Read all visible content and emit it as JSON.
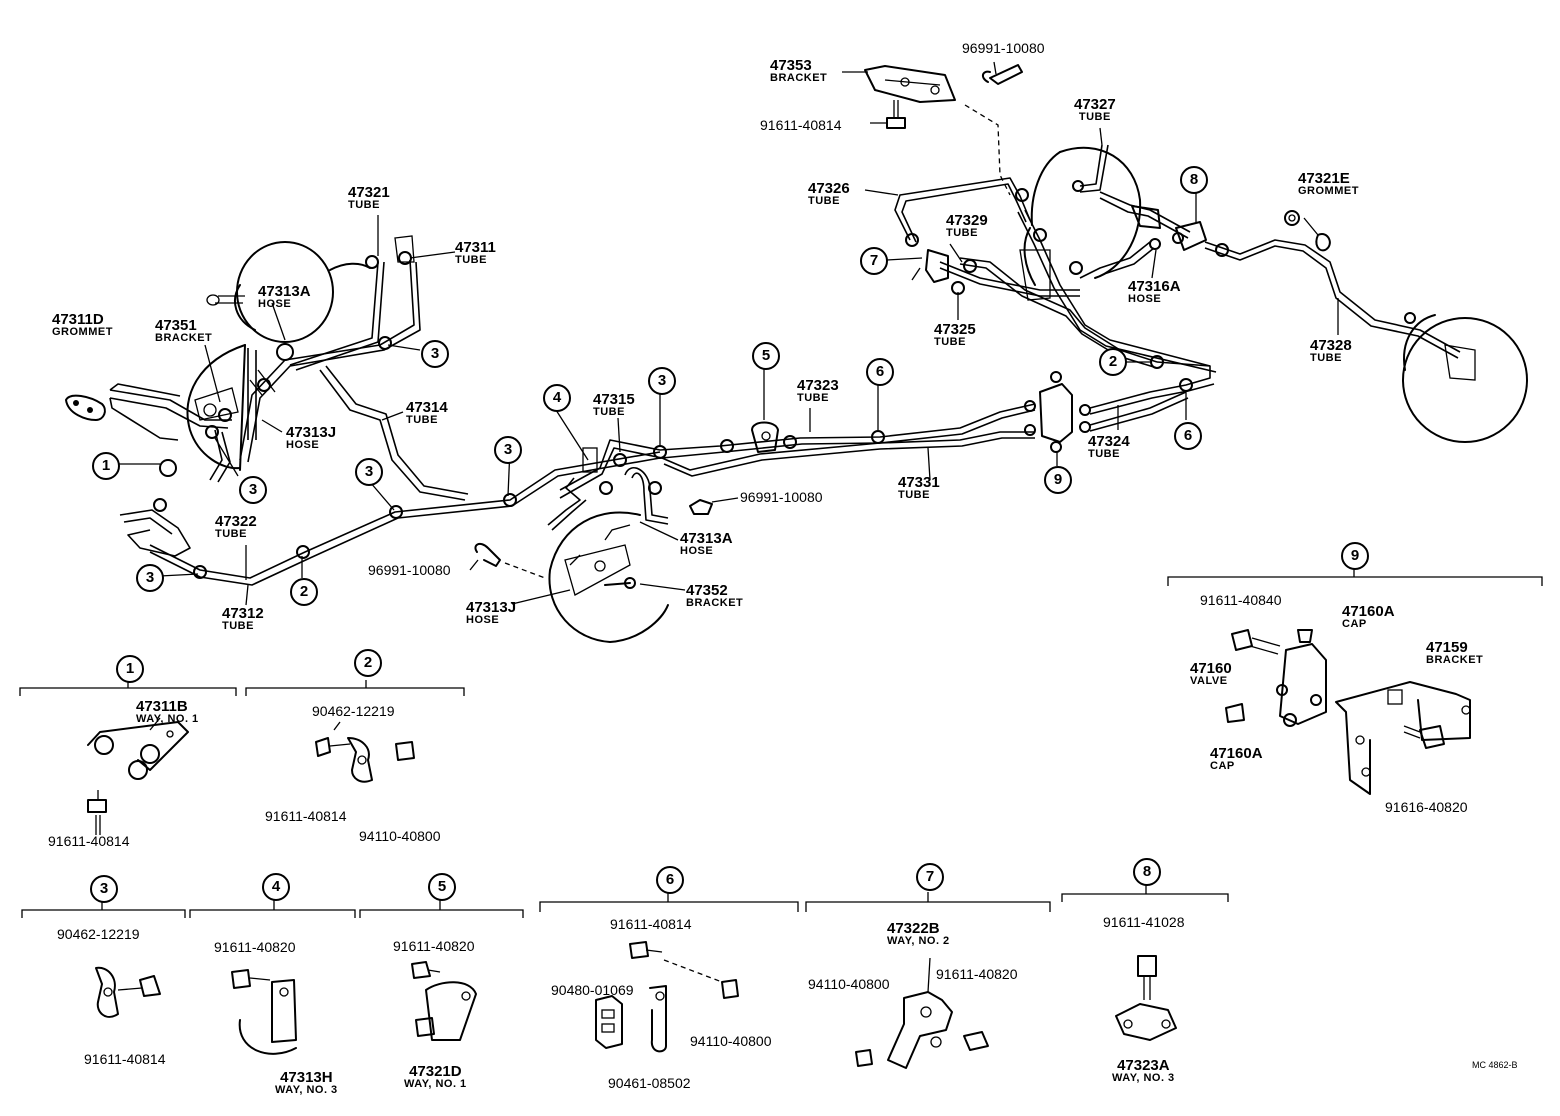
{
  "main_labels": [
    {
      "id": "47353",
      "pn": "47353",
      "sub": "BRACKET"
    },
    {
      "id": "96991-10080-top",
      "pn": "96991-10080"
    },
    {
      "id": "91611-40814-top",
      "pn": "91611-40814"
    },
    {
      "id": "47327",
      "pn": "47327",
      "sub": "TUBE"
    },
    {
      "id": "47326",
      "pn": "47326",
      "sub": "TUBE"
    },
    {
      "id": "47329",
      "pn": "47329",
      "sub": "TUBE"
    },
    {
      "id": "47321E",
      "pn": "47321E",
      "sub": "GROMMET"
    },
    {
      "id": "47316A",
      "pn": "47316A",
      "sub": "HOSE"
    },
    {
      "id": "47325",
      "pn": "47325",
      "sub": "TUBE"
    },
    {
      "id": "47328",
      "pn": "47328",
      "sub": "TUBE"
    },
    {
      "id": "47321",
      "pn": "47321",
      "sub": "TUBE"
    },
    {
      "id": "47311",
      "pn": "47311",
      "sub": "TUBE"
    },
    {
      "id": "47313A-left",
      "pn": "47313A",
      "sub": "HOSE"
    },
    {
      "id": "47311D",
      "pn": "47311D",
      "sub": "GROMMET"
    },
    {
      "id": "47351",
      "pn": "47351",
      "sub": "BRACKET"
    },
    {
      "id": "47314",
      "pn": "47314",
      "sub": "TUBE"
    },
    {
      "id": "47313J-left",
      "pn": "47313J",
      "sub": "HOSE"
    },
    {
      "id": "47315",
      "pn": "47315",
      "sub": "TUBE"
    },
    {
      "id": "47323",
      "pn": "47323",
      "sub": "TUBE"
    },
    {
      "id": "47331",
      "pn": "47331",
      "sub": "TUBE"
    },
    {
      "id": "47324",
      "pn": "47324",
      "sub": "TUBE"
    },
    {
      "id": "96991-10080-mid",
      "pn": "96991-10080"
    },
    {
      "id": "47313A-mid",
      "pn": "47313A",
      "sub": "HOSE"
    },
    {
      "id": "47352",
      "pn": "47352",
      "sub": "BRACKET"
    },
    {
      "id": "96991-10080-low",
      "pn": "96991-10080"
    },
    {
      "id": "47313J-mid",
      "pn": "47313J",
      "sub": "HOSE"
    },
    {
      "id": "47322",
      "pn": "47322",
      "sub": "TUBE"
    },
    {
      "id": "47312",
      "pn": "47312",
      "sub": "TUBE"
    }
  ],
  "callouts": [
    {
      "id": "c8-top",
      "n": "8"
    },
    {
      "id": "c7-top",
      "n": "7"
    },
    {
      "id": "c2-right",
      "n": "2"
    },
    {
      "id": "c6-right",
      "n": "6"
    },
    {
      "id": "c9-top",
      "n": "9"
    },
    {
      "id": "c6-mid",
      "n": "6"
    },
    {
      "id": "c5-mid",
      "n": "5"
    },
    {
      "id": "c3-mid",
      "n": "3"
    },
    {
      "id": "c4-mid",
      "n": "4"
    },
    {
      "id": "c3-a",
      "n": "3"
    },
    {
      "id": "c3-b",
      "n": "3"
    },
    {
      "id": "c3-c",
      "n": "3"
    },
    {
      "id": "c3-d",
      "n": "3"
    },
    {
      "id": "c3-e",
      "n": "3"
    },
    {
      "id": "c1-left",
      "n": "1"
    },
    {
      "id": "c2-low",
      "n": "2"
    }
  ],
  "details": [
    {
      "id": "d1",
      "n": "1",
      "parts": [
        {
          "pn": "47311B",
          "sub": "WAY, NO. 1"
        },
        {
          "pn": "91611-40814"
        }
      ]
    },
    {
      "id": "d2",
      "n": "2",
      "parts": [
        {
          "pn": "90462-12219"
        },
        {
          "pn": "91611-40814"
        },
        {
          "pn": "94110-40800"
        }
      ]
    },
    {
      "id": "d3",
      "n": "3",
      "parts": [
        {
          "pn": "90462-12219"
        },
        {
          "pn": "91611-40814"
        }
      ]
    },
    {
      "id": "d4",
      "n": "4",
      "parts": [
        {
          "pn": "91611-40820"
        },
        {
          "pn": "47313H",
          "sub": "WAY, NO. 3"
        }
      ]
    },
    {
      "id": "d5",
      "n": "5",
      "parts": [
        {
          "pn": "91611-40820"
        },
        {
          "pn": "47321D",
          "sub": "WAY, NO. 1"
        }
      ]
    },
    {
      "id": "d6",
      "n": "6",
      "parts": [
        {
          "pn": "91611-40814"
        },
        {
          "pn": "90480-01069"
        },
        {
          "pn": "94110-40800"
        },
        {
          "pn": "90461-08502"
        }
      ]
    },
    {
      "id": "d7",
      "n": "7",
      "parts": [
        {
          "pn": "47322B",
          "sub": "WAY, NO. 2"
        },
        {
          "pn": "94110-40800"
        },
        {
          "pn": "91611-40820"
        }
      ]
    },
    {
      "id": "d8",
      "n": "8",
      "parts": [
        {
          "pn": "91611-41028"
        },
        {
          "pn": "47323A",
          "sub": "WAY, NO. 3"
        }
      ]
    },
    {
      "id": "d9",
      "n": "9",
      "parts": [
        {
          "pn": "91611-40840"
        },
        {
          "pn": "47160A",
          "sub": "CAP"
        },
        {
          "pn": "47159",
          "sub": "BRACKET"
        },
        {
          "pn": "47160",
          "sub": "VALVE"
        },
        {
          "pn": "47160A",
          "sub": "CAP"
        },
        {
          "pn": "91616-40820"
        }
      ]
    }
  ],
  "figure_code": "MC 4862-B"
}
